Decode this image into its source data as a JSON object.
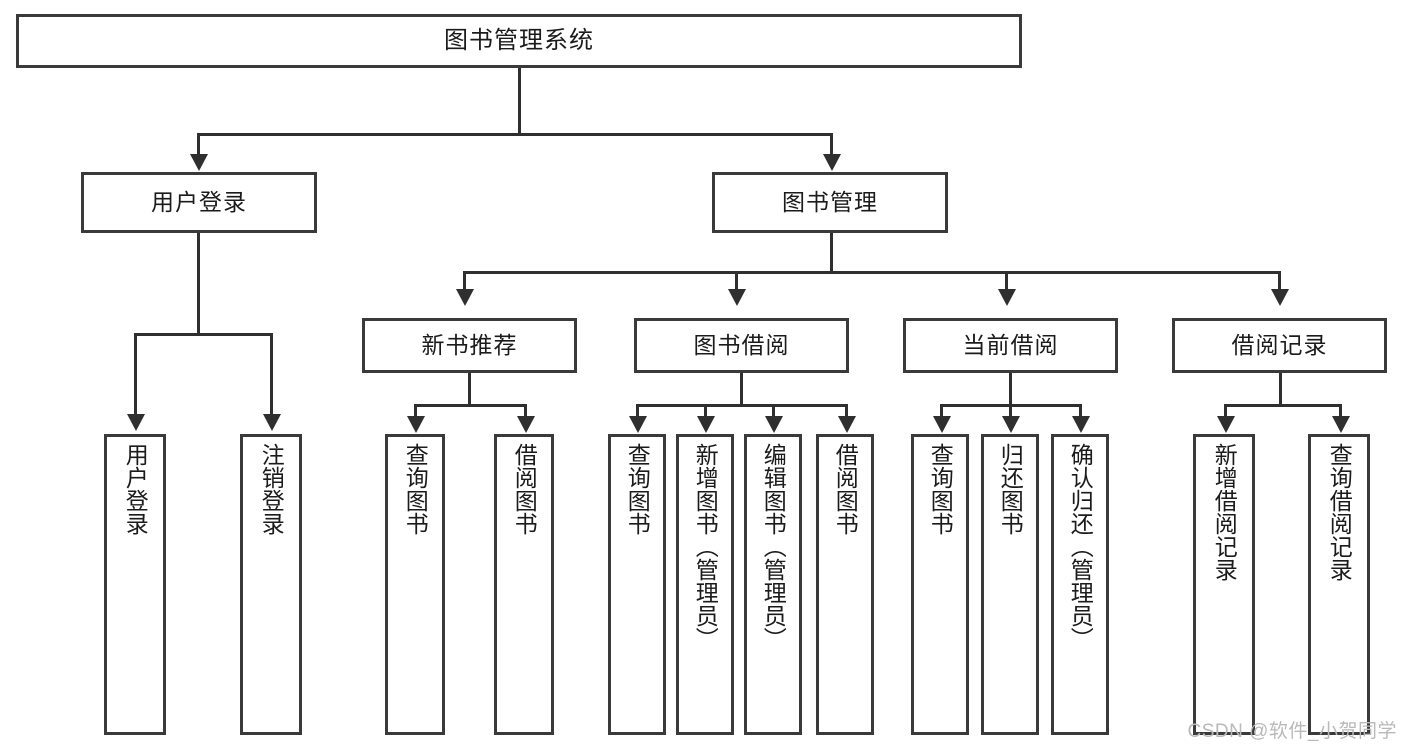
{
  "diagram": {
    "title": "图书管理系统",
    "type": "hierarchy-tree",
    "root": {
      "label": "图书管理系统"
    },
    "level2": [
      {
        "id": "user-login",
        "label": "用户登录"
      },
      {
        "id": "book-manage",
        "label": "图书管理"
      }
    ],
    "level3": [
      {
        "id": "new-book-recommend",
        "label": "新书推荐",
        "parent": "book-manage"
      },
      {
        "id": "book-borrow",
        "label": "图书借阅",
        "parent": "book-manage"
      },
      {
        "id": "current-borrow",
        "label": "当前借阅",
        "parent": "book-manage"
      },
      {
        "id": "borrow-record",
        "label": "借阅记录",
        "parent": "book-manage"
      }
    ],
    "leaves": {
      "user-login": [
        {
          "id": "leaf-user-login",
          "label": "用户登录"
        },
        {
          "id": "leaf-user-logout",
          "label": "注销登录"
        }
      ],
      "new-book-recommend": [
        {
          "id": "leaf-query-book-1",
          "label": "查询图书"
        },
        {
          "id": "leaf-borrow-book-1",
          "label": "借阅图书"
        }
      ],
      "book-borrow": [
        {
          "id": "leaf-query-book-2",
          "label": "查询图书"
        },
        {
          "id": "leaf-add-book",
          "label": "新增图书（管理员）"
        },
        {
          "id": "leaf-edit-book",
          "label": "编辑图书（管理员）"
        },
        {
          "id": "leaf-borrow-book-2",
          "label": "借阅图书"
        }
      ],
      "current-borrow": [
        {
          "id": "leaf-query-book-3",
          "label": "查询图书"
        },
        {
          "id": "leaf-return-book",
          "label": "归还图书"
        },
        {
          "id": "leaf-confirm-return",
          "label": "确认归还（管理员）"
        }
      ],
      "borrow-record": [
        {
          "id": "leaf-add-record",
          "label": "新增借阅记录"
        },
        {
          "id": "leaf-query-record",
          "label": "查询借阅记录"
        }
      ]
    }
  },
  "watermark": {
    "text": "CSDN @软件_小贺同学"
  },
  "colors": {
    "stroke": "#3a3a3a",
    "connector": "#2f2f2f",
    "background": "#ffffff",
    "text": "#1b1b1b",
    "watermark": "#b9b9b9"
  }
}
